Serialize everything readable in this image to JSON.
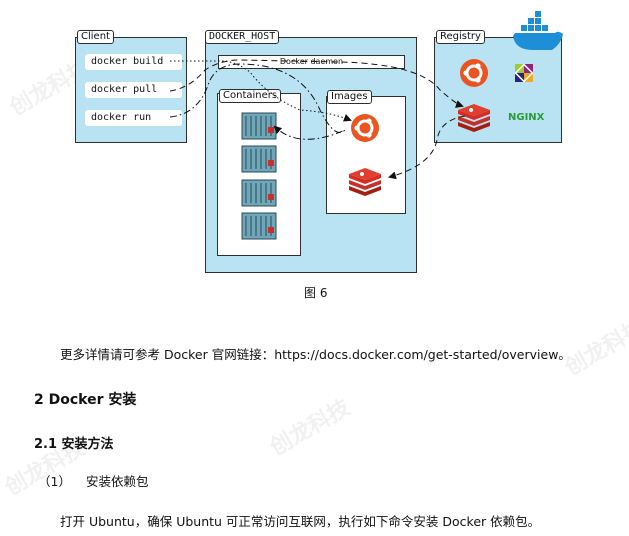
{
  "diagram": {
    "client": {
      "label": "Client",
      "commands": [
        "docker build",
        "docker pull",
        "docker run"
      ]
    },
    "host": {
      "label": "DOCKER_HOST",
      "daemon_label": "Docker daemon",
      "containers_label": "Containers",
      "images_label": "Images"
    },
    "registry": {
      "label": "Registry",
      "nginx_label": "NGINX"
    },
    "caption": "图 6"
  },
  "doc": {
    "more_info": "更多详情请可参考 Docker 官网链接：https://docs.docker.com/get-started/overview。",
    "h2": "2  Docker 安装",
    "h3": "2.1 安装方法",
    "step_num": "（1）",
    "step_title": "安装依赖包",
    "para": "打开 Ubuntu，确保 Ubuntu 可正常访问互联网，执行如下命令安装 Docker 依赖包。"
  },
  "watermark": "创龙科技"
}
